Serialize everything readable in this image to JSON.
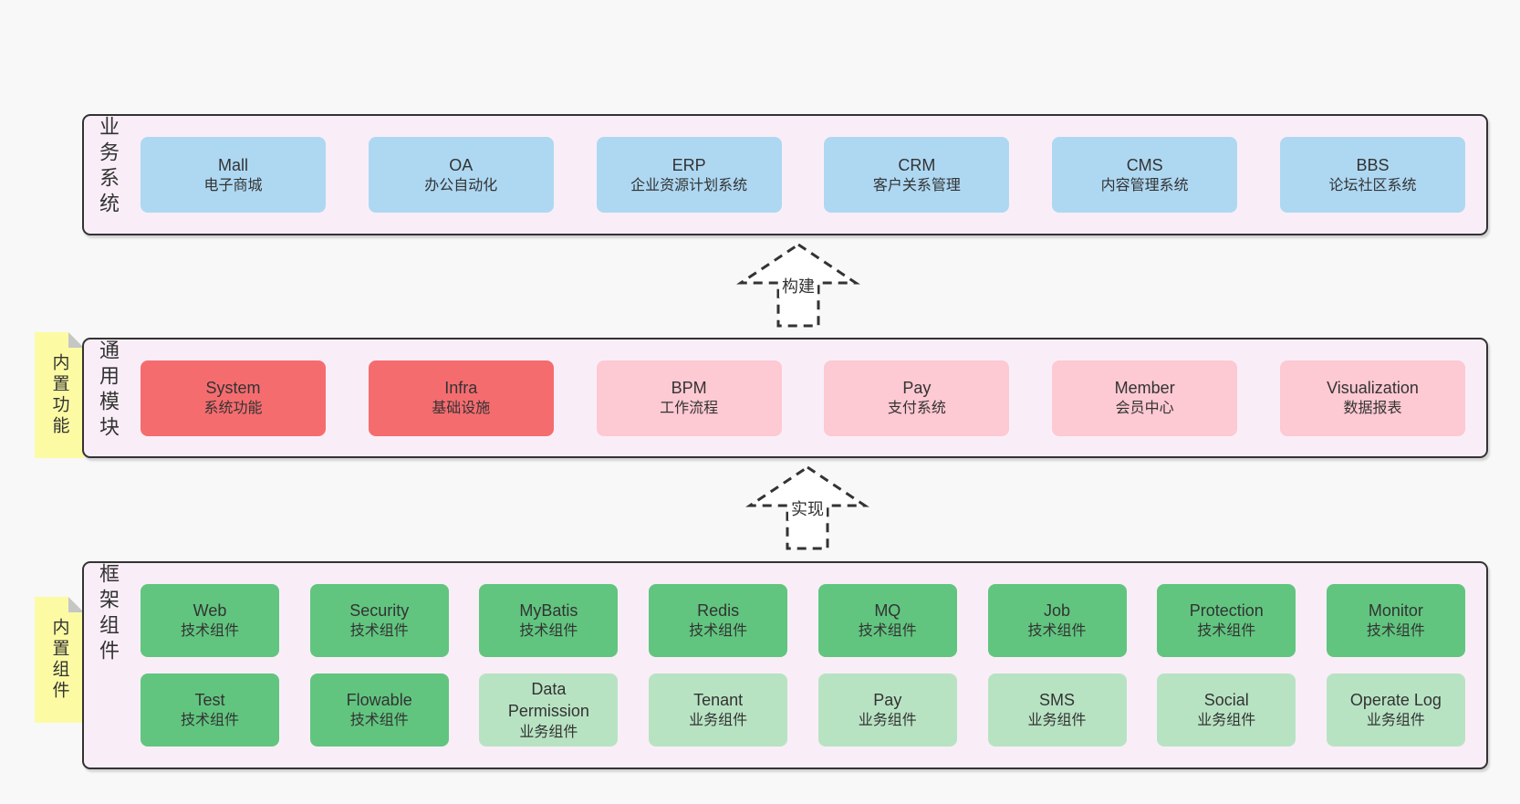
{
  "colors": {
    "page_bg": "#f8f8f8",
    "band_bg": "#f9eef7",
    "band_border": "#333333",
    "text": "#333333",
    "box_blue": "#aed8f2",
    "box_red": "#f56c6f",
    "box_pink": "#fdc9d2",
    "box_green": "#61c57f",
    "box_green_light": "#b8e3c3",
    "sticky_yellow": "#fcfba4",
    "sticky_fold": "#c6c6c6",
    "arrow_fill": "#ffffff"
  },
  "bands": {
    "business": {
      "label": "业务系统",
      "boxes": [
        {
          "id": "mall",
          "title": "Mall",
          "subtitle": "电子商城",
          "variant": "blue"
        },
        {
          "id": "oa",
          "title": "OA",
          "subtitle": "办公自动化",
          "variant": "blue"
        },
        {
          "id": "erp",
          "title": "ERP",
          "subtitle": "企业资源计划系统",
          "variant": "blue"
        },
        {
          "id": "crm",
          "title": "CRM",
          "subtitle": "客户关系管理",
          "variant": "blue"
        },
        {
          "id": "cms",
          "title": "CMS",
          "subtitle": "内容管理系统",
          "variant": "blue"
        },
        {
          "id": "bbs",
          "title": "BBS",
          "subtitle": "论坛社区系统",
          "variant": "blue"
        }
      ]
    },
    "modules": {
      "label": "通用模块",
      "sticky": "内置功能",
      "boxes": [
        {
          "id": "system",
          "title": "System",
          "subtitle": "系统功能",
          "variant": "red"
        },
        {
          "id": "infra",
          "title": "Infra",
          "subtitle": "基础设施",
          "variant": "red"
        },
        {
          "id": "bpm",
          "title": "BPM",
          "subtitle": "工作流程",
          "variant": "pink"
        },
        {
          "id": "pay",
          "title": "Pay",
          "subtitle": "支付系统",
          "variant": "pink"
        },
        {
          "id": "member",
          "title": "Member",
          "subtitle": "会员中心",
          "variant": "pink"
        },
        {
          "id": "visualization",
          "title": "Visualization",
          "subtitle": "数据报表",
          "variant": "pink"
        }
      ]
    },
    "framework": {
      "label": "框架组件",
      "sticky": "内置组件",
      "boxes": [
        {
          "id": "web",
          "title": "Web",
          "subtitle": "技术组件",
          "variant": "green"
        },
        {
          "id": "security",
          "title": "Security",
          "subtitle": "技术组件",
          "variant": "green"
        },
        {
          "id": "mybatis",
          "title": "MyBatis",
          "subtitle": "技术组件",
          "variant": "green"
        },
        {
          "id": "redis",
          "title": "Redis",
          "subtitle": "技术组件",
          "variant": "green"
        },
        {
          "id": "mq",
          "title": "MQ",
          "subtitle": "技术组件",
          "variant": "green"
        },
        {
          "id": "job",
          "title": "Job",
          "subtitle": "技术组件",
          "variant": "green"
        },
        {
          "id": "protection",
          "title": "Protection",
          "subtitle": "技术组件",
          "variant": "green"
        },
        {
          "id": "monitor",
          "title": "Monitor",
          "subtitle": "技术组件",
          "variant": "green"
        },
        {
          "id": "test",
          "title": "Test",
          "subtitle": "技术组件",
          "variant": "green"
        },
        {
          "id": "flowable",
          "title": "Flowable",
          "subtitle": "技术组件",
          "variant": "green"
        },
        {
          "id": "data-permission",
          "title": "Data Permission",
          "subtitle": "业务组件",
          "variant": "green-light"
        },
        {
          "id": "tenant",
          "title": "Tenant",
          "subtitle": "业务组件",
          "variant": "green-light"
        },
        {
          "id": "pay-biz",
          "title": "Pay",
          "subtitle": "业务组件",
          "variant": "green-light"
        },
        {
          "id": "sms",
          "title": "SMS",
          "subtitle": "业务组件",
          "variant": "green-light"
        },
        {
          "id": "social",
          "title": "Social",
          "subtitle": "业务组件",
          "variant": "green-light"
        },
        {
          "id": "operate-log",
          "title": "Operate Log",
          "subtitle": "业务组件",
          "variant": "green-light"
        }
      ]
    }
  },
  "arrows": {
    "build": "构建",
    "implement": "实现"
  }
}
